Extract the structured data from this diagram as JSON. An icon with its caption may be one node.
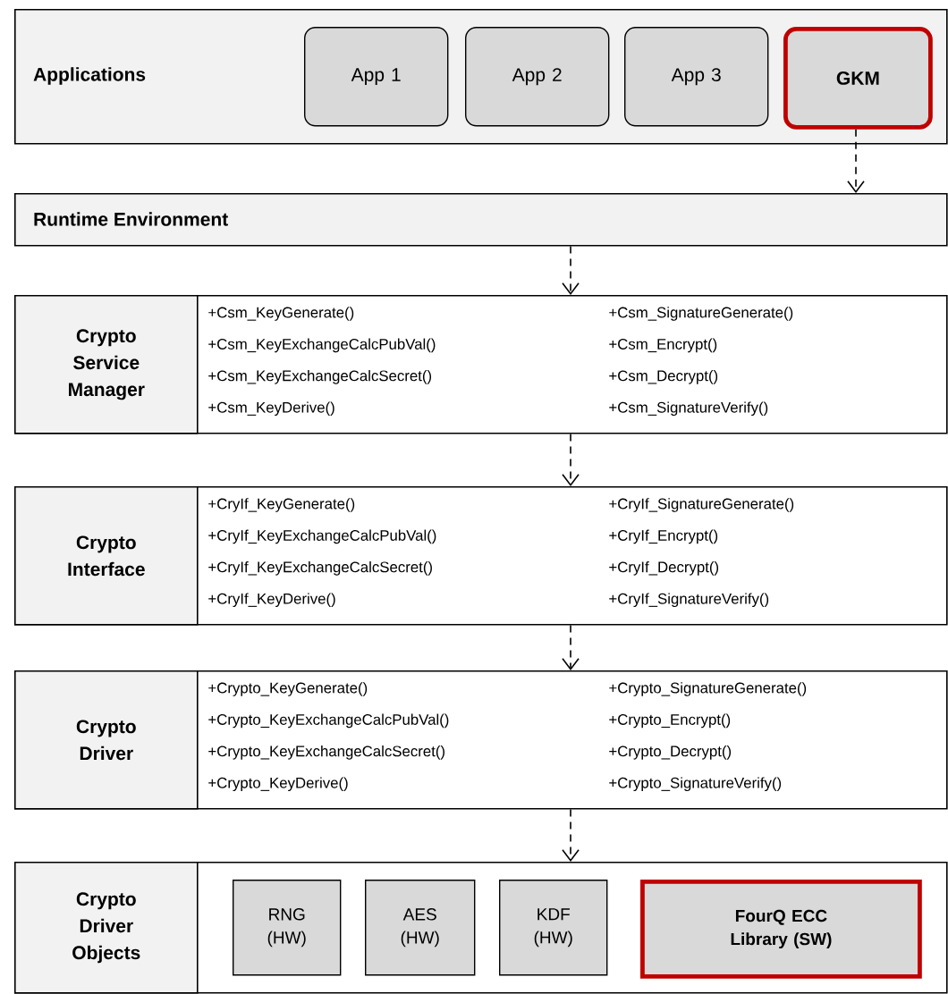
{
  "diagram": {
    "nodes": [
      {
        "text": [
          "Applications"
        ]
      },
      {
        "text": [
          "App 1"
        ],
        "in": 0
      },
      {
        "text": [
          "App 2"
        ],
        "in": 0
      },
      {
        "text": [
          "App 3"
        ],
        "in": 0
      },
      {
        "text": [
          "GKM"
        ],
        "in": 0
      },
      {
        "text": [
          "Runtime Environment"
        ]
      },
      {
        "text": [
          "Crypto Service Manager",
          "+Csm_KeyGenerate()",
          "+Csm_KeyExchangeCalcPubVal()",
          "+Csm_KeyExchangeCalcSecret()",
          "+Csm_KeyDerive()",
          "+Csm_SignatureGenerate()",
          "+Csm_Encrypt()",
          "+Csm_Decrypt()",
          "+Csm_SignatureVerify()"
        ]
      },
      {
        "text": [
          "Crypto Interface",
          "+CryIf_KeyGenerate()",
          "+CryIf_KeyExchangeCalcPubVal()",
          "+CryIf_KeyExchangeCalcSecret()",
          "+CryIf_KeyDerive()",
          "+CryIf_SignatureGenerate()",
          "+CryIf_Encrypt()",
          "+CryIf_Decrypt()",
          "+CryIf_SignatureVerify()"
        ]
      },
      {
        "text": [
          "Crypto Driver",
          "+Crypto_KeyGenerate()",
          "+Crypto_KeyExchangeCalcPubVal()",
          "+Crypto_KeyExchangeCalcSecret()",
          "+Crypto_KeyDerive()",
          "+Crypto_SignatureGenerate()",
          "+Crypto_Encrypt()",
          "+Crypto_Decrypt()",
          "+Crypto_SignatureVerify()"
        ]
      },
      {
        "text": [
          "Crypto Driver Objects"
        ]
      },
      {
        "text": [
          "RNG (HW)"
        ],
        "in": 9
      },
      {
        "text": [
          "AES (HW)"
        ],
        "in": 9
      },
      {
        "text": [
          "KDF (HW)"
        ],
        "in": 9
      },
      {
        "text": [
          "FourQ ECC Library (SW)"
        ],
        "in": 9
      }
    ],
    "edges": [
      {
        "from": 4,
        "to": 5,
        "arrow": "to",
        "style": "dashed"
      },
      {
        "from": 5,
        "to": 6,
        "arrow": "to",
        "style": "dashed"
      },
      {
        "from": 6,
        "to": 7,
        "arrow": "to",
        "style": "dashed"
      },
      {
        "from": 7,
        "to": 8,
        "arrow": "to",
        "style": "dashed"
      },
      {
        "from": 8,
        "to": 9,
        "arrow": "to",
        "style": "dashed"
      }
    ]
  }
}
